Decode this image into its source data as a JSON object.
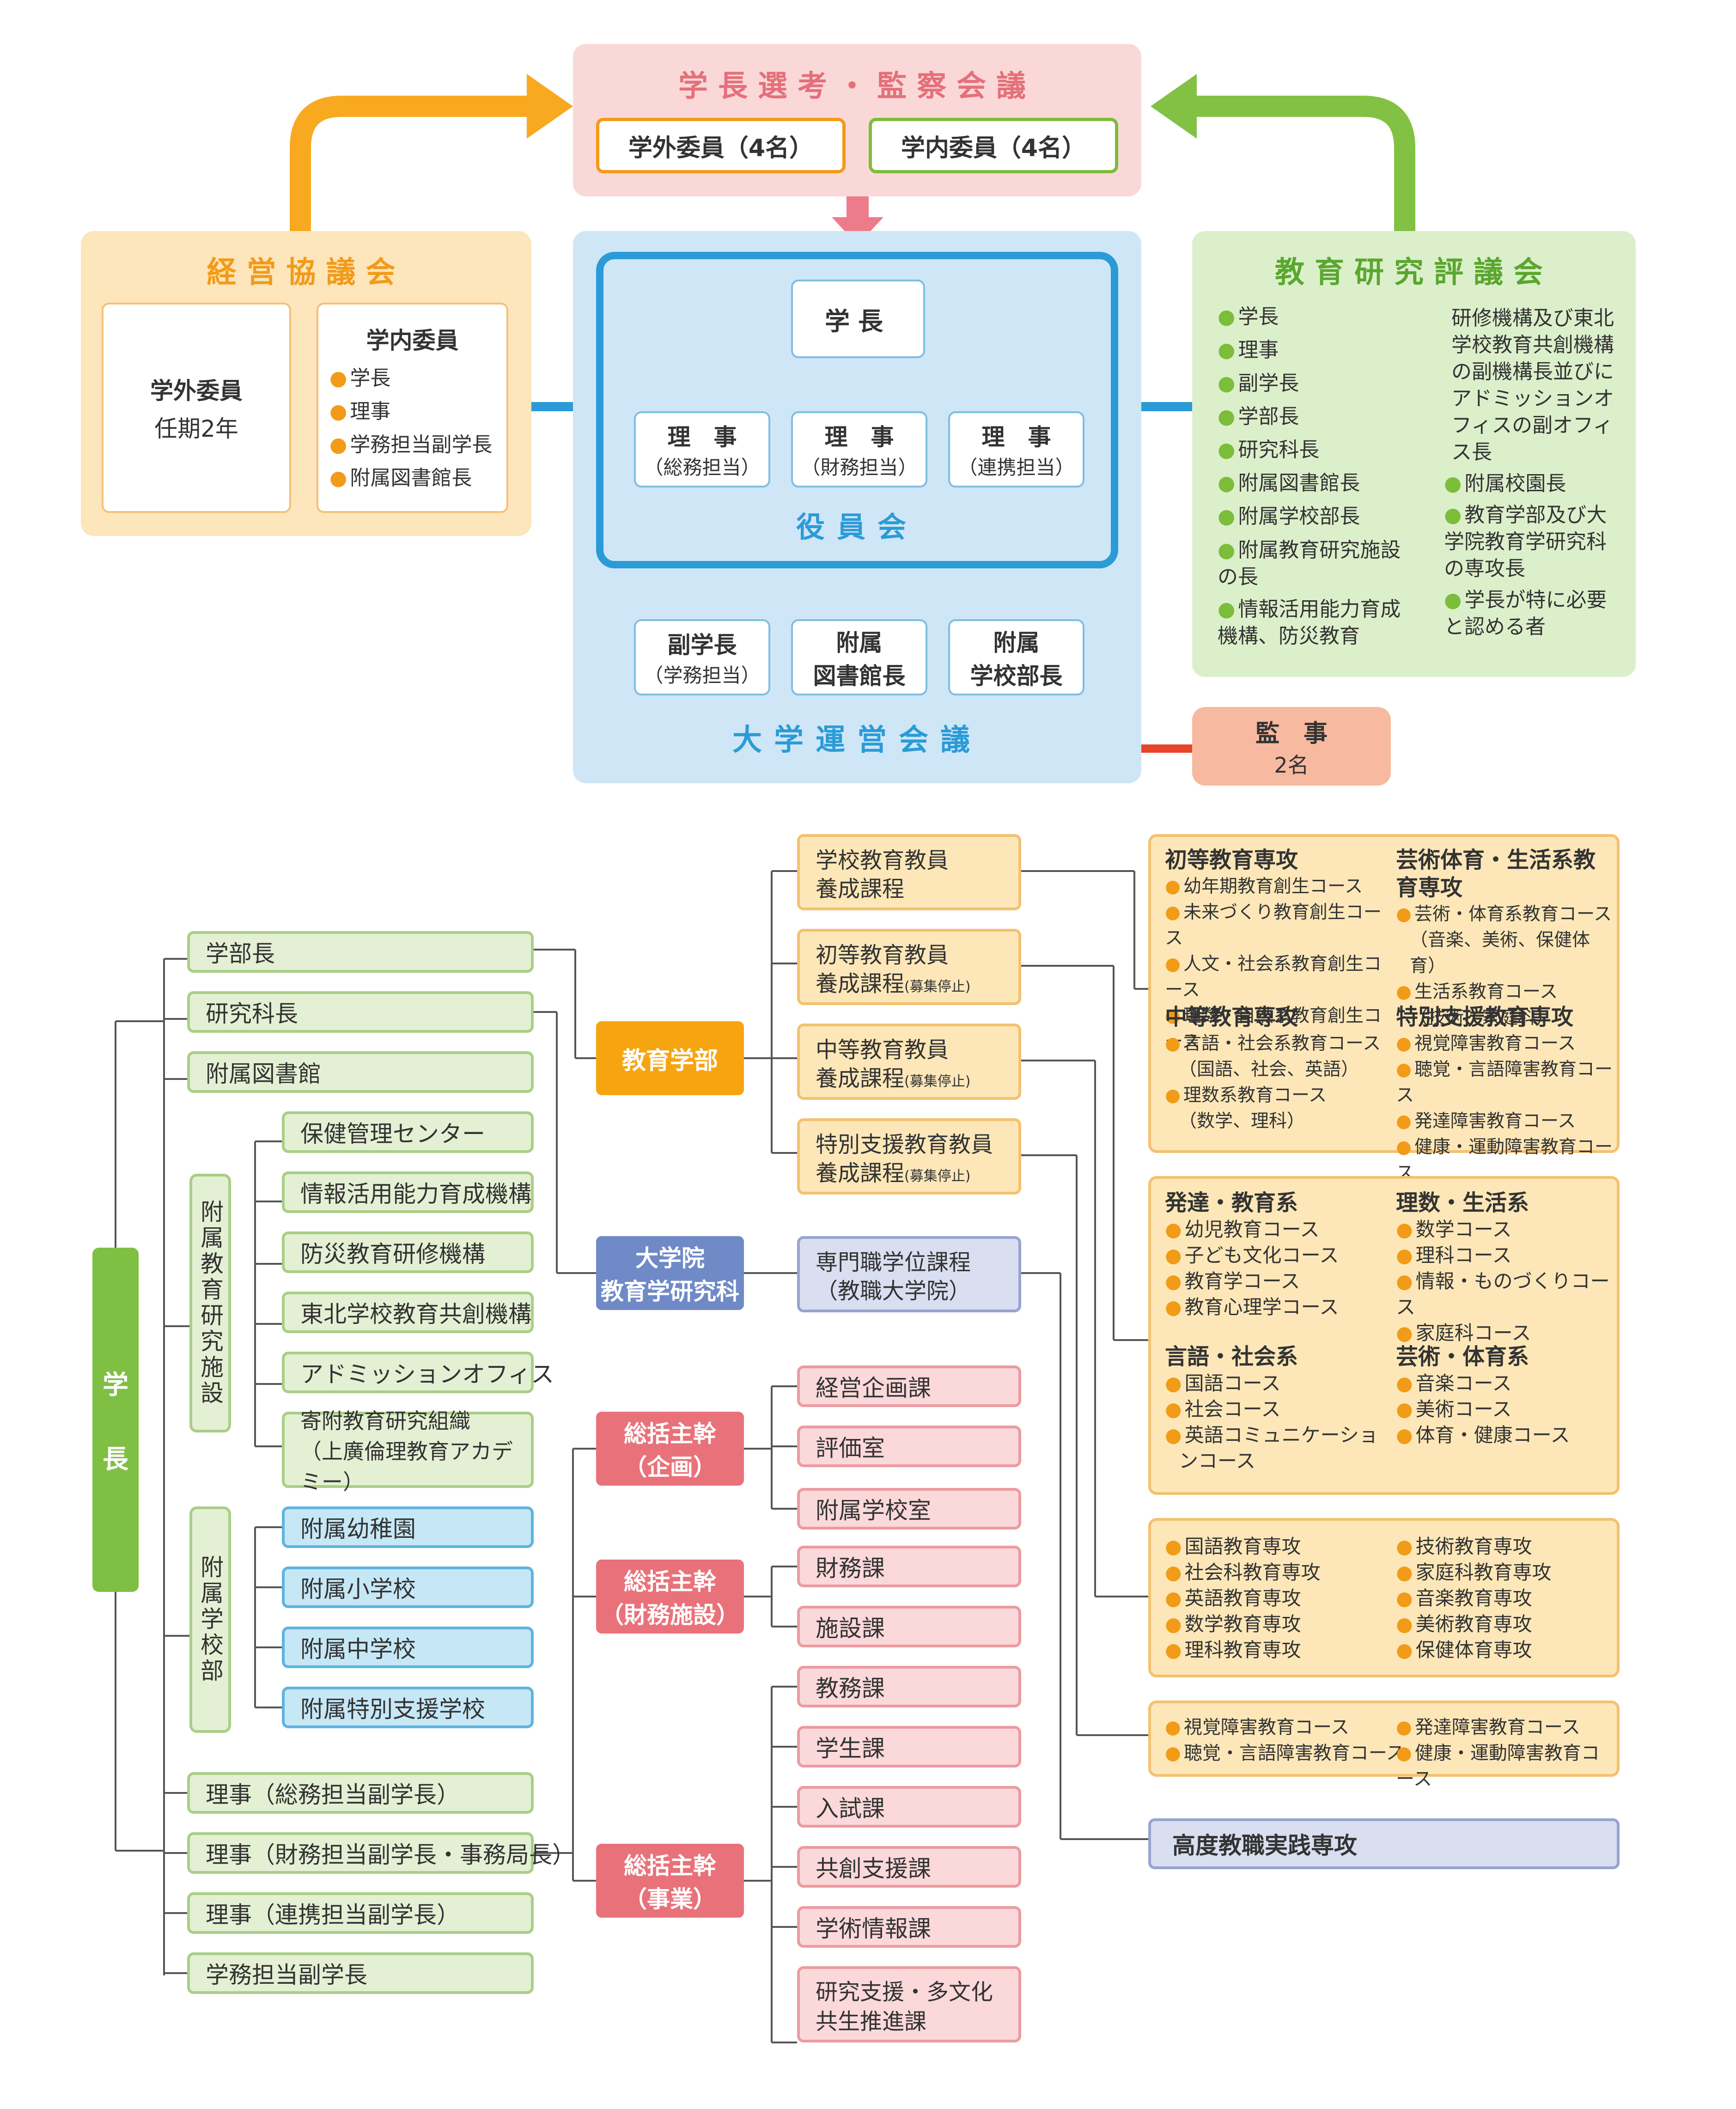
{
  "top": {
    "selection_council": {
      "title": "学長選考・監察会議",
      "external": "学外委員（4名）",
      "internal": "学内委員（4名）"
    },
    "management_council": {
      "title": "経営協議会",
      "external_title": "学外委員",
      "external_term": "任期2年",
      "internal_title": "学内委員",
      "internal_items": [
        "学長",
        "理事",
        "学務担当副学長",
        "附属図書館長"
      ]
    },
    "operations_council": {
      "title": "大学運営会議",
      "board_title": "役員会",
      "president": "学長",
      "directors": [
        {
          "title": "理　事",
          "sub": "（総務担当）"
        },
        {
          "title": "理　事",
          "sub": "（財務担当）"
        },
        {
          "title": "理　事",
          "sub": "（連携担当）"
        }
      ],
      "others": [
        {
          "l1": "副学長",
          "l2": "（学務担当）"
        },
        {
          "l1": "附属",
          "l2": "図書館長"
        },
        {
          "l1": "附属",
          "l2": "学校部長"
        }
      ]
    },
    "education_council": {
      "title": "教育研究評議会",
      "left": [
        "学長",
        "理事",
        "副学長",
        "学部長",
        "研究科長",
        "附属図書館長",
        "附属学校部長",
        "附属教育研究施設の長",
        "情報活用能力育成機構、防災教育"
      ],
      "right_text": "研修機構及び東北学校教育共創機構の副機構長並びにアドミッションオフィスの副オフィス長",
      "right": [
        "附属校園長",
        "教育学部及び大学院教育学研究科の専攻長",
        "学長が特に必要と認める者"
      ]
    },
    "auditor": {
      "title": "監　事",
      "count": "2名"
    }
  },
  "bottom": {
    "president_label": [
      "学",
      "長"
    ],
    "left_items": {
      "dean": "学部長",
      "grad_dean": "研究科長",
      "library": "附属図書館"
    },
    "research_group_label": "附属教育研究施設",
    "research_items": [
      "保健管理センター",
      "情報活用能力育成機構",
      "防災教育研修機構",
      "東北学校教育共創機構",
      "アドミッションオフィス"
    ],
    "donation_line1": "寄附教育研究組織",
    "donation_line2": "（上廣倫理教育アカデミー）",
    "school_group_label": "附属学校部",
    "school_items": [
      "附属幼稚園",
      "附属小学校",
      "附属中学校",
      "附属特別支援学校"
    ],
    "director_items": [
      "理事（総務担当副学長）",
      "理事（財務担当副学長・事務局長）",
      "理事（連携担当副学長）",
      "学務担当副学長"
    ],
    "faculty": "教育学部",
    "grad_school": [
      "大学院",
      "教育学研究科"
    ],
    "general_managers": [
      [
        "総括主幹",
        "（企画）"
      ],
      [
        "総括主幹",
        "（財務施設）"
      ],
      [
        "総括主幹",
        "（事業）"
      ]
    ],
    "courses": [
      {
        "l1": "学校教育教員",
        "l2": "養成課程",
        "note": ""
      },
      {
        "l1": "初等教育教員",
        "l2": "養成課程",
        "note": "(募集停止)"
      },
      {
        "l1": "中等教育教員",
        "l2": "養成課程",
        "note": "(募集停止)"
      },
      {
        "l1": "特別支援教育教員",
        "l2": "養成課程",
        "note": "(募集停止)"
      }
    ],
    "professional_course": [
      "専門職学位課程",
      "（教職大学院）"
    ],
    "offices_1": [
      "経営企画課",
      "評価室",
      "附属学校室"
    ],
    "offices_2": [
      "財務課",
      "施設課"
    ],
    "offices_3": [
      "教務課",
      "学生課",
      "入試課",
      "共創支援課",
      "学術情報課"
    ],
    "office_last": [
      "研究支援・多文化",
      "共生推進課"
    ],
    "majors_box1": {
      "primary_title": "初等教育専攻",
      "primary_items": [
        "幼年期教育創生コース",
        "未来づくり教育創生コース",
        "人文・社会系教育創生コース",
        "理数・自然系教育創生コース"
      ],
      "arts_title": "芸術体育・生活系教育専攻",
      "arts_items": [
        "芸術・体育系教育コース",
        "（音楽、美術、保健体育）",
        "生活系教育コース",
        "（技術、家庭科）"
      ],
      "secondary_title": "中等教育専攻",
      "secondary_items": [
        "言語・社会系教育コース",
        "（国語、社会、英語）",
        "理数系教育コース",
        "（数学、理科）"
      ],
      "special_title": "特別支援教育専攻",
      "special_items": [
        "視覚障害教育コース",
        "聴覚・言語障害教育コース",
        "発達障害教育コース",
        "健康・運動障害教育コース"
      ]
    },
    "majors_box2": {
      "dev_title": "発達・教育系",
      "dev_items": [
        "幼児教育コース",
        "子ども文化コース",
        "教育学コース",
        "教育心理学コース"
      ],
      "sci_title": "理数・生活系",
      "sci_items": [
        "数学コース",
        "理科コース",
        "情報・ものづくりコース",
        "家庭科コース"
      ],
      "lang_title": "言語・社会系",
      "lang_items": [
        "国語コース",
        "社会コース",
        "英語コミュニケーショ",
        "ンコース"
      ],
      "art_title": "芸術・体育系",
      "art_items": [
        "音楽コース",
        "美術コース",
        "体育・健康コース"
      ]
    },
    "majors_box3": {
      "left": [
        "国語教育専攻",
        "社会科教育専攻",
        "英語教育専攻",
        "数学教育専攻",
        "理科教育専攻"
      ],
      "right": [
        "技術教育専攻",
        "家庭科教育専攻",
        "音楽教育専攻",
        "美術教育専攻",
        "保健体育専攻"
      ]
    },
    "majors_box4": {
      "left": [
        "視覚障害教育コース",
        "聴覚・言語障害教育コース"
      ],
      "right": [
        "発達障害教育コース",
        "健康・運動障害教育コース"
      ]
    },
    "advanced_major": "高度教職実践専攻"
  },
  "colors": {
    "orange": "#f29b18",
    "green": "#7cbd3a",
    "blue": "#2b9bd7",
    "red": "#e8452b",
    "pink_title": "#e4707a"
  }
}
